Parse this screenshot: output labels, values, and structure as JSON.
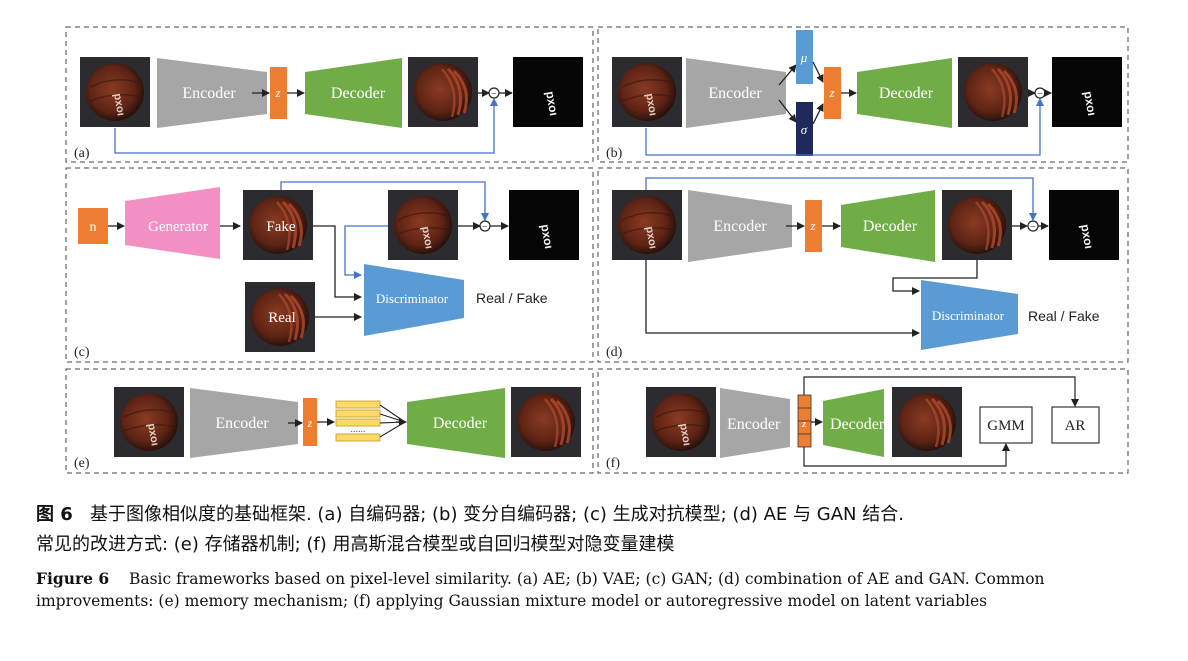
{
  "labels": {
    "encoder": "Encoder",
    "decoder": "Decoder",
    "encoder_clipped": "Encoder",
    "decoder_clipped": "Decoder",
    "generator": "Generator",
    "discriminator": "Discriminator",
    "z": "z",
    "mu": "μ",
    "sigma": "σ",
    "noise": "n",
    "fake": "Fake",
    "real": "Real",
    "real_fake": "Real / Fake",
    "minus": "−",
    "gmm": "GMM",
    "ar": "AR",
    "mask_text": "pxoı",
    "dots": "......"
  },
  "panels": {
    "a": "(a)",
    "b": "(b)",
    "c": "(c)",
    "d": "(d)",
    "e": "(e)",
    "f": "(f)"
  },
  "caption": {
    "cn_label": "图 6",
    "cn_line1": "基于图像相似度的基础框架. (a) 自编码器; (b) 变分自编码器; (c) 生成对抗模型; (d) AE 与 GAN 结合.",
    "cn_line2": "常见的改进方式: (e) 存储器机制; (f) 用高斯混合模型或自回归模型对隐变量建模",
    "en_label": "Figure 6",
    "en_text": "Basic frameworks based on pixel-level similarity. (a) AE; (b) VAE; (c) GAN; (d) combination of AE and GAN. Common improvements: (e) memory mechanism; (f) applying Gaussian mixture model or autoregressive model on latent variables"
  },
  "colors": {
    "encoder": "#a6a6a6",
    "decoder": "#70ad47",
    "latent": "#ed7d31",
    "generator": "#f48fc4",
    "discriminator": "#5b9bd5",
    "mu": "#5b9bd5",
    "sigma": "#1f2a5a",
    "memory": "#ffd966",
    "arrow": "#222222",
    "skip": "#4472c4"
  }
}
